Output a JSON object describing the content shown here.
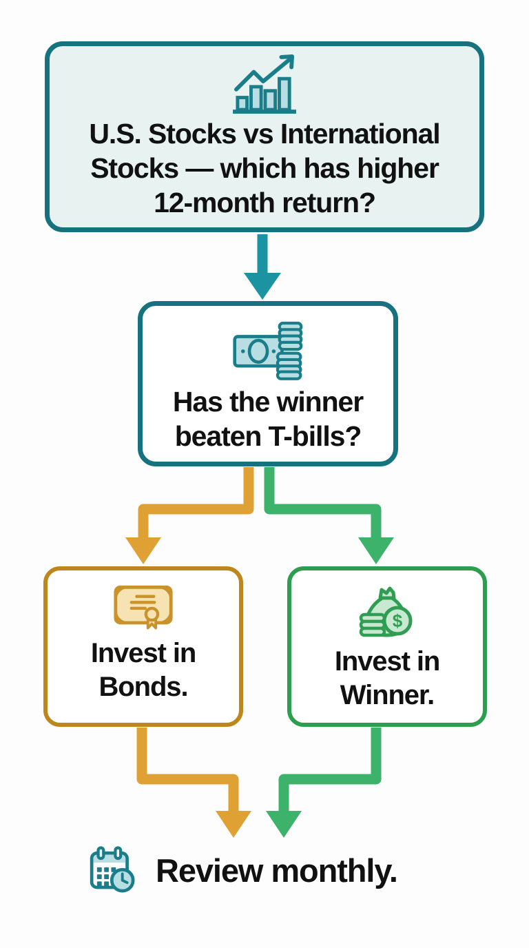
{
  "colors": {
    "page_bg": "#fdfdfd",
    "text": "#111111",
    "teal_border": "#15727e",
    "teal_arrow": "#1b93a1",
    "teal_icon": "#1a7d8a",
    "teal_icon_fill": "#b8dde2",
    "mint_bg": "#e7f2f1",
    "gold_border": "#bd871e",
    "gold_arrow": "#dfa133",
    "gold_icon": "#c9922b",
    "gold_icon_fill": "#f6e2b2",
    "green_border": "#2d9e50",
    "green_arrow": "#3cb26a",
    "green_icon": "#2f9e52",
    "green_icon_fill": "#c8e9d0"
  },
  "flowchart": {
    "start": {
      "icon": "bar-chart-growth-icon",
      "lines": [
        "U.S. Stocks vs International",
        "Stocks — which has higher",
        "12-month return?"
      ]
    },
    "decision": {
      "icon": "banknote-coins-icon",
      "lines": [
        "Has the winner",
        "beaten T-bills?"
      ]
    },
    "outcome_no": {
      "icon": "bond-certificate-icon",
      "lines": [
        "Invest in",
        "Bonds."
      ]
    },
    "outcome_yes": {
      "icon": "money-bag-icon",
      "lines": [
        "Invest in",
        "Winner."
      ]
    },
    "footer": {
      "icon": "calendar-clock-icon",
      "label": "Review monthly."
    }
  }
}
